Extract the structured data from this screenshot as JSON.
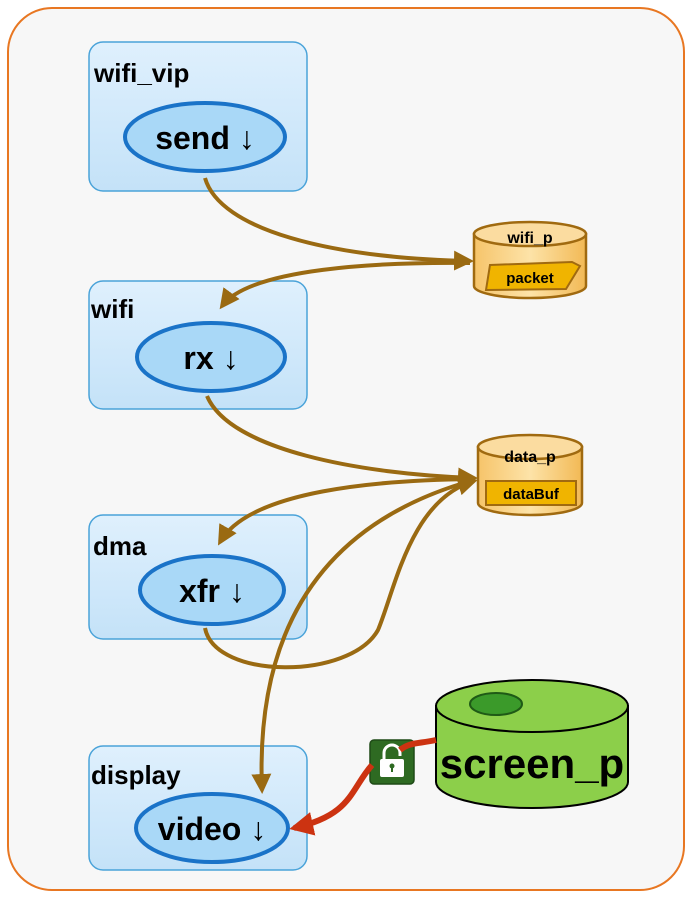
{
  "components": [
    {
      "name": "wifi_vip",
      "action": "send ↓"
    },
    {
      "name": "wifi",
      "action": "rx ↓"
    },
    {
      "name": "dma",
      "action": "xfr ↓"
    },
    {
      "name": "display",
      "action": "video ↓"
    }
  ],
  "pools": [
    {
      "name": "wifi_p",
      "item": "packet"
    },
    {
      "name": "data_p",
      "item": "dataBuf"
    }
  ],
  "resource": {
    "name": "screen_p",
    "lock_icon": "padlock-icon"
  },
  "colors": {
    "frame_border": "#e87722",
    "frame_fill": "#f7f7f7",
    "component_fill": "#cfe8fb",
    "component_border": "#4aa3d9",
    "action_fill": "#a9d8f7",
    "action_border": "#1a73c8",
    "flow_arrow": "#9a6a12",
    "pool_fill": "#f9d48a",
    "pool_border": "#a06a10",
    "pool_item_fill": "#f0b400",
    "resource_fill": "#8ccf4a",
    "resource_top": "#3b9a2a",
    "lock_arrow": "#cc3311",
    "lock_icon_bg": "#2e6a22"
  }
}
